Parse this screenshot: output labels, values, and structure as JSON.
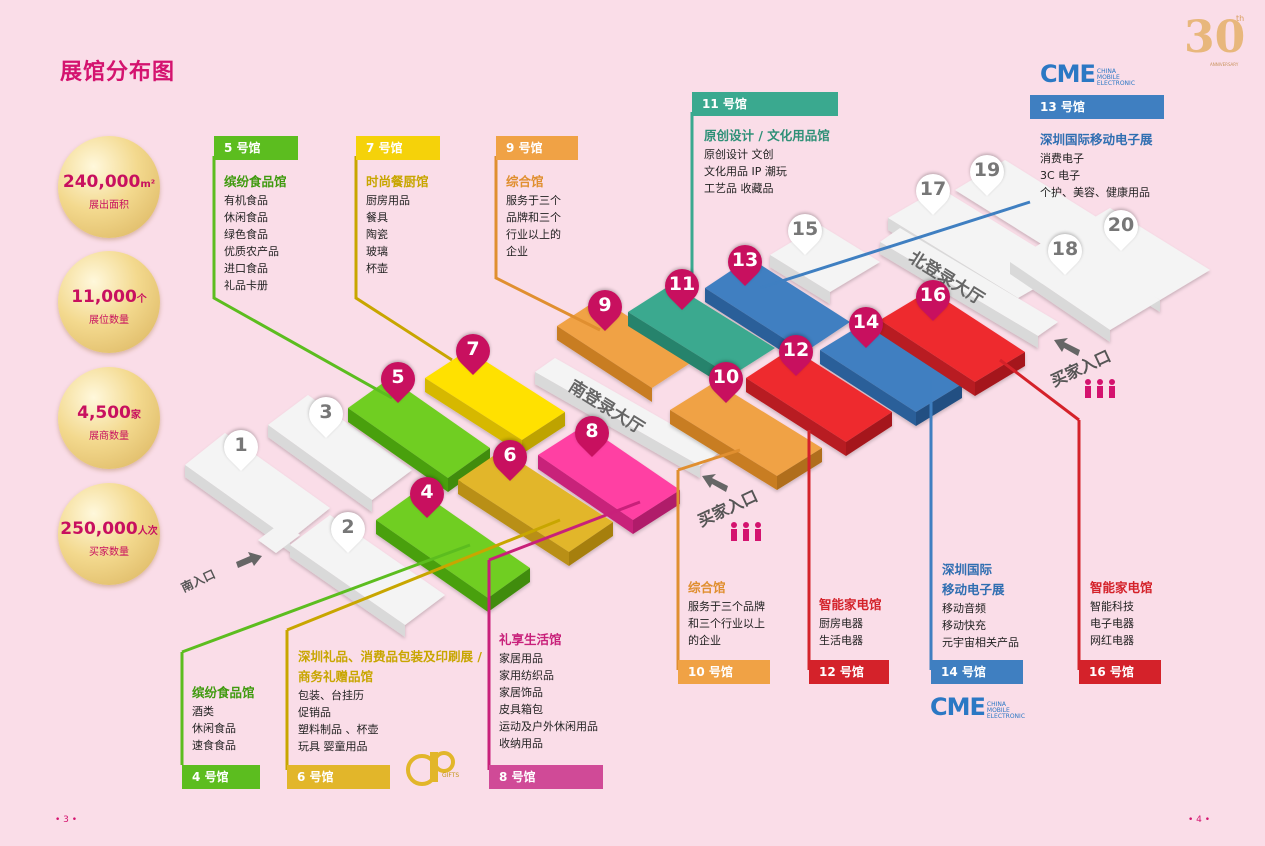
{
  "title": "展馆分布图",
  "stats": [
    {
      "value": "240,000",
      "unit": "m²",
      "label": "展出面积"
    },
    {
      "value": "11,000",
      "unit": "个",
      "label": "展位数量"
    },
    {
      "value": "4,500",
      "unit": "家",
      "label": "展商数量"
    },
    {
      "value": "250,000",
      "unit": "人次",
      "label": "买家数量"
    }
  ],
  "halls": {
    "h5": {
      "tag": "5 号馆",
      "head": "缤纷食品馆",
      "items": [
        "有机食品",
        "休闲食品",
        "绿色食品",
        "优质农产品",
        "进口食品",
        "礼品卡册"
      ]
    },
    "h7": {
      "tag": "7 号馆",
      "head": "时尚餐厨馆",
      "items": [
        "厨房用品",
        "餐具",
        "陶瓷",
        "玻璃",
        "杯壶"
      ]
    },
    "h9": {
      "tag": "9 号馆",
      "head": "综合馆",
      "items": [
        "服务于三个",
        "品牌和三个",
        "行业以上的",
        "企业"
      ]
    },
    "h11": {
      "tag": "11 号馆",
      "head": "原创设计 / 文化用品馆",
      "items": [
        "原创设计  文创",
        "文化用品  IP 潮玩",
        "工艺品  收藏品"
      ]
    },
    "h13": {
      "tag": "13 号馆",
      "head": "深圳国际移动电子展",
      "items": [
        "消费电子",
        "3C 电子",
        "个护、美容、健康用品"
      ]
    },
    "h4": {
      "tag": "4 号馆",
      "head": "缤纷食品馆",
      "items": [
        "酒类",
        "休闲食品",
        "速食食品"
      ]
    },
    "h6": {
      "tag": "6 号馆",
      "head": "深圳礼品、消费品包装及印刷展 /",
      "head2": "商务礼赠品馆",
      "items": [
        "包装、台挂历",
        "促销品",
        "塑料制品 、杯壶",
        "玩具  婴童用品"
      ]
    },
    "h8": {
      "tag": "8 号馆",
      "head": "礼享生活馆",
      "items": [
        "家居用品",
        "家用纺织品",
        "家居饰品",
        "皮具箱包",
        "运动及户外休闲用品",
        "收纳用品"
      ]
    },
    "h10": {
      "tag": "10 号馆",
      "head": "综合馆",
      "items": [
        "服务于三个品牌",
        "和三个行业以上",
        "的企业"
      ]
    },
    "h12": {
      "tag": "12 号馆",
      "head": "智能家电馆",
      "items": [
        "厨房电器",
        "生活电器"
      ]
    },
    "h14": {
      "tag": "14 号馆",
      "head": "深圳国际",
      "head2": "移动电子展",
      "items": [
        "移动音频",
        "移动快充",
        "元宇宙相关产品"
      ]
    },
    "h16": {
      "tag": "16 号馆",
      "head": "智能家电馆",
      "items": [
        "智能科技",
        "电子电器",
        "网红电器"
      ]
    }
  },
  "pins": [
    "1",
    "2",
    "3",
    "4",
    "5",
    "6",
    "7",
    "8",
    "9",
    "10",
    "11",
    "12",
    "13",
    "14",
    "15",
    "16",
    "17",
    "18",
    "19",
    "20"
  ],
  "map_labels": {
    "south_hall": "南登录大厅",
    "north_hall": "北登录大厅",
    "buyer_entry": "买家入口",
    "buyer_entry2": "买家入口",
    "south_entry": "南入口"
  },
  "logos": {
    "cme": "CME",
    "cme_sub": [
      "CHINA",
      "MOBILE",
      "ELECTRONIC"
    ],
    "anniv": "30",
    "anniv_sup": "th",
    "anniv_sub": "ANNIVERSARY",
    "gifts": "GIFTS"
  },
  "pages": {
    "left": "• 3 •",
    "right": "• 4 •"
  },
  "colors": {
    "green": "#5cbd1f",
    "yellow": "#f5d20a",
    "orange": "#f0a245",
    "teal": "#3aa98f",
    "blue": "#3f7fc1",
    "red": "#e0222c",
    "magenta": "#ec3f9a",
    "mustard": "#e2b62a",
    "accent": "#d4136f",
    "white_hall": "#f4f4f4"
  }
}
